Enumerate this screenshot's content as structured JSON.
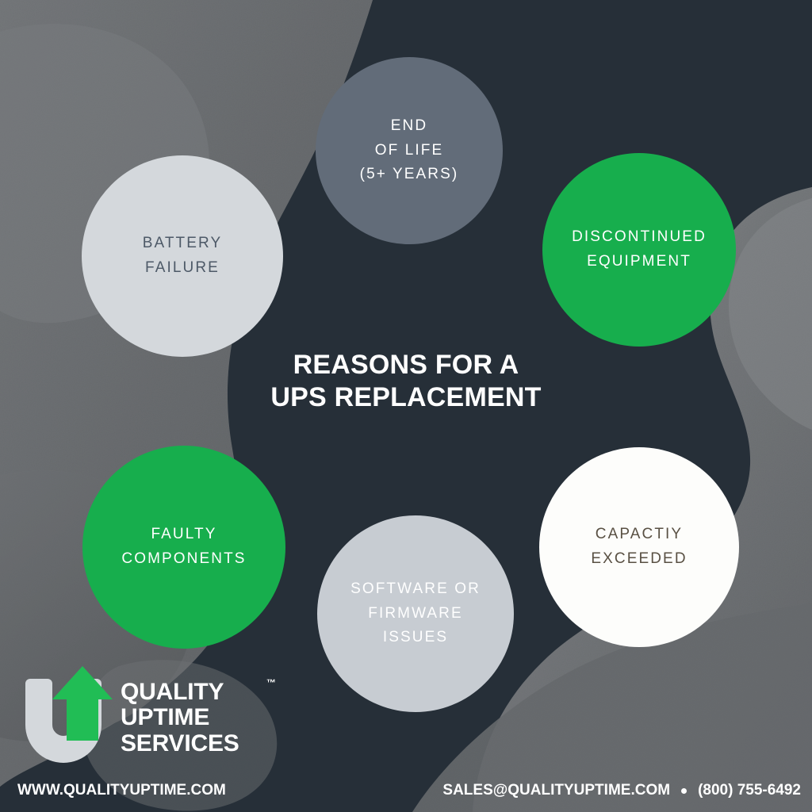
{
  "graphic": {
    "title": "REASONS FOR A\nUPS REPLACEMENT",
    "background": {
      "dark_fill": "#262f38",
      "blob_fill": "#6b6e71",
      "blob_fill_light": "#7c7f82"
    }
  },
  "bubbles": [
    {
      "id": "end-of-life",
      "label": "END\nOF LIFE\n(5+ YEARS)",
      "fill": "#626c79",
      "text_color": "#ffffff"
    },
    {
      "id": "battery",
      "label": "BATTERY\nFAILURE",
      "fill": "#d4d8dc",
      "text_color": "#4d5967"
    },
    {
      "id": "discontinued",
      "label": "DISCONTINUED\nEQUIPMENT",
      "fill": "#17ae4d",
      "text_color": "#ffffff"
    },
    {
      "id": "faulty",
      "label": "FAULTY\nCOMPONENTS",
      "fill": "#17ae4d",
      "text_color": "#ffffff"
    },
    {
      "id": "software",
      "label": "SOFTWARE OR\nFIRMWARE\nISSUES",
      "fill": "#c7ccd2",
      "text_color": "#ffffff"
    },
    {
      "id": "capacity",
      "label": "CAPACTIY\nEXCEEDED",
      "fill": "#fdfdfb",
      "text_color": "#595043"
    }
  ],
  "logo": {
    "line1": "QUALITY",
    "line2": "UPTIME",
    "line3": "SERVICES",
    "trademark": "™",
    "mark_u_color": "#d4d8dc",
    "mark_arrow_color": "#21bd55"
  },
  "footer": {
    "website": "WWW.QUALITYUPTIME.COM",
    "email": "SALES@QUALITYUPTIME.COM",
    "phone": "(800) 755-6492",
    "separator": "•"
  }
}
